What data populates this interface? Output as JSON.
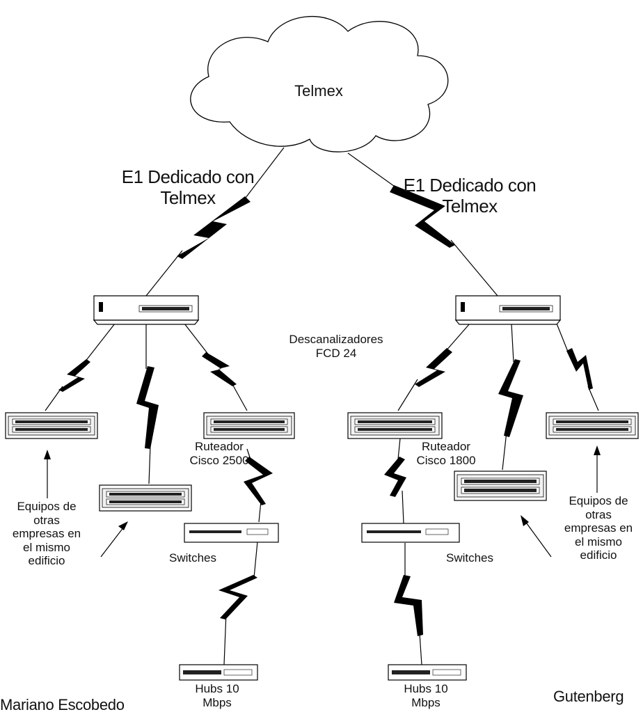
{
  "cloud": {
    "label": "Telmex"
  },
  "links": {
    "left_e1": "E1 Dedicado con\nTelmex",
    "right_e1": "E1 Dedicado con\nTelmex"
  },
  "center_label": "Descanalizadores\nFCD 24",
  "left_site": {
    "router_label": "Ruteador\nCisco 2500",
    "switch_label": "Switches",
    "hub_label": "Hubs 10\nMbps",
    "others_label": "Equipos de\notras\nempresas en\nel mismo\nedificio",
    "site_name": "Mariano Escobedo"
  },
  "right_site": {
    "router_label": "Ruteador\nCisco 1800",
    "switch_label": "Switches",
    "hub_label": "Hubs 10\nMbps",
    "others_label": "Equipos de\notras\nempresas en\nel mismo\nedificio",
    "site_name": "Gutenberg"
  }
}
